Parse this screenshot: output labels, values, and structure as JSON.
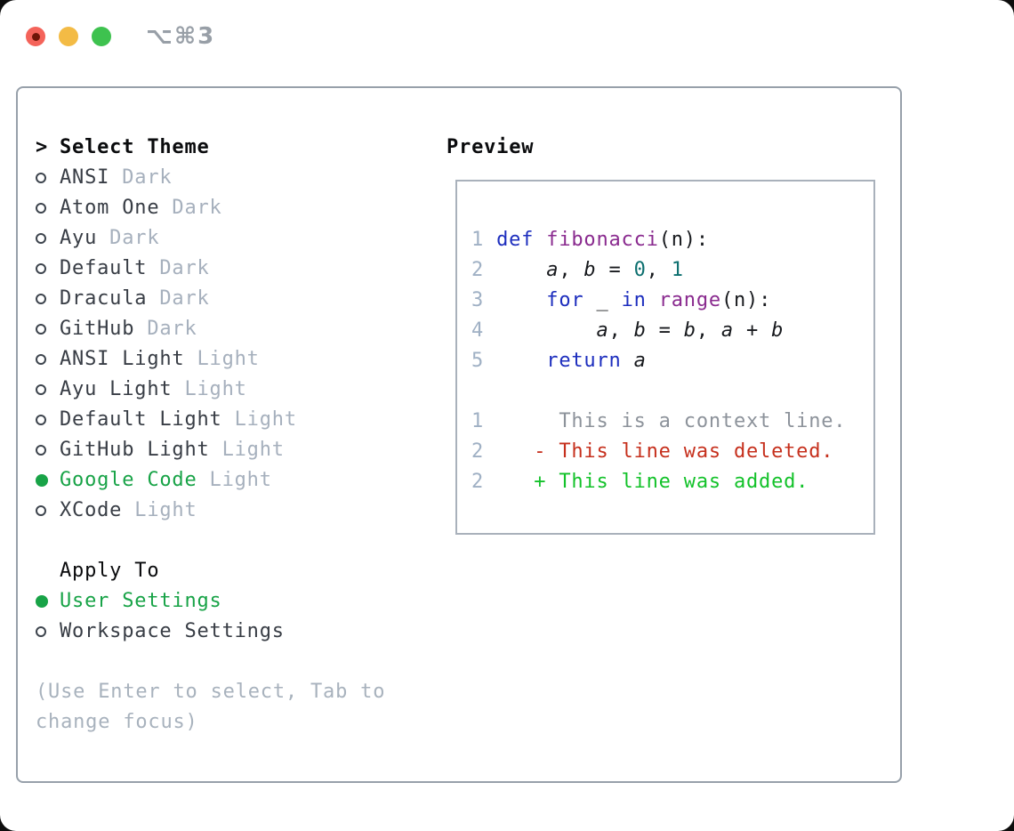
{
  "titlebar": {
    "title": "⌥⌘3"
  },
  "theme_list": {
    "cursor": ">",
    "header": "Select Theme",
    "items": [
      {
        "name": "ANSI",
        "variant": "Dark",
        "selected": false
      },
      {
        "name": "Atom One",
        "variant": "Dark",
        "selected": false
      },
      {
        "name": "Ayu",
        "variant": "Dark",
        "selected": false
      },
      {
        "name": "Default",
        "variant": "Dark",
        "selected": false
      },
      {
        "name": "Dracula",
        "variant": "Dark",
        "selected": false
      },
      {
        "name": "GitHub",
        "variant": "Dark",
        "selected": false
      },
      {
        "name": "ANSI Light",
        "variant": "Light",
        "selected": false
      },
      {
        "name": "Ayu Light",
        "variant": "Light",
        "selected": false
      },
      {
        "name": "Default Light",
        "variant": "Light",
        "selected": false
      },
      {
        "name": "GitHub Light",
        "variant": "Light",
        "selected": false
      },
      {
        "name": "Google Code",
        "variant": "Light",
        "selected": true
      },
      {
        "name": "XCode",
        "variant": "Light",
        "selected": false
      }
    ]
  },
  "apply_to": {
    "header": "Apply To",
    "options": [
      {
        "label": "User Settings",
        "selected": true
      },
      {
        "label": "Workspace Settings",
        "selected": false
      }
    ]
  },
  "help": "(Use Enter to select, Tab to change focus)",
  "preview": {
    "title": "Preview",
    "lines": [
      {
        "kind": "code",
        "tokens": [
          {
            "c": "lnum",
            "t": "1"
          },
          {
            "c": "pln",
            "t": " "
          },
          {
            "c": "kwd",
            "t": "def"
          },
          {
            "c": "pln",
            "t": " "
          },
          {
            "c": "fun",
            "t": "fibonacci"
          },
          {
            "c": "pln",
            "t": "(n):"
          }
        ]
      },
      {
        "kind": "code",
        "tokens": [
          {
            "c": "lnum",
            "t": "2"
          },
          {
            "c": "pln",
            "t": "     "
          },
          {
            "c": "var",
            "t": "a"
          },
          {
            "c": "pln",
            "t": ", "
          },
          {
            "c": "var",
            "t": "b"
          },
          {
            "c": "pln",
            "t": " = "
          },
          {
            "c": "lit",
            "t": "0"
          },
          {
            "c": "pln",
            "t": ", "
          },
          {
            "c": "lit",
            "t": "1"
          }
        ]
      },
      {
        "kind": "code",
        "tokens": [
          {
            "c": "lnum",
            "t": "3"
          },
          {
            "c": "pln",
            "t": "     "
          },
          {
            "c": "kwd",
            "t": "for"
          },
          {
            "c": "pln",
            "t": " _ "
          },
          {
            "c": "kwd",
            "t": "in"
          },
          {
            "c": "pln",
            "t": " "
          },
          {
            "c": "fun",
            "t": "range"
          },
          {
            "c": "pln",
            "t": "(n):"
          }
        ]
      },
      {
        "kind": "code",
        "tokens": [
          {
            "c": "lnum",
            "t": "4"
          },
          {
            "c": "pln",
            "t": "         "
          },
          {
            "c": "var",
            "t": "a"
          },
          {
            "c": "pln",
            "t": ", "
          },
          {
            "c": "var",
            "t": "b"
          },
          {
            "c": "pln",
            "t": " = "
          },
          {
            "c": "var",
            "t": "b"
          },
          {
            "c": "pln",
            "t": ", "
          },
          {
            "c": "var",
            "t": "a"
          },
          {
            "c": "pln",
            "t": " + "
          },
          {
            "c": "var",
            "t": "b"
          }
        ]
      },
      {
        "kind": "code",
        "tokens": [
          {
            "c": "lnum",
            "t": "5"
          },
          {
            "c": "pln",
            "t": "     "
          },
          {
            "c": "kwd",
            "t": "return"
          },
          {
            "c": "pln",
            "t": " "
          },
          {
            "c": "var",
            "t": "a"
          }
        ]
      },
      {
        "kind": "blank",
        "tokens": []
      },
      {
        "kind": "context",
        "tokens": [
          {
            "c": "lnum",
            "t": "1"
          },
          {
            "c": "ctx",
            "t": "      This is a context line."
          }
        ]
      },
      {
        "kind": "deleted",
        "tokens": [
          {
            "c": "lnum",
            "t": "2"
          },
          {
            "c": "del",
            "t": "    - This line was deleted."
          }
        ]
      },
      {
        "kind": "added",
        "tokens": [
          {
            "c": "lnum",
            "t": "2"
          },
          {
            "c": "add",
            "t": "    + This line was added."
          }
        ]
      }
    ]
  },
  "colors": {
    "accent_green": "#18a347",
    "muted_gray": "#a6b0bd",
    "text_dark": "#383d45",
    "heading_black": "#0a0b0d",
    "panel_border": "#97a0aa",
    "preview_border": "#a9b1bb",
    "line_number": "#9fb0c4",
    "code_keyword": "#1d2ebe",
    "code_function": "#8a2b8f",
    "code_literal": "#0c6f6f",
    "diff_context": "#8d939b",
    "diff_deleted": "#c6301d",
    "diff_added": "#13c22a",
    "traffic_red": "#f4635a",
    "traffic_yellow": "#f3bb45",
    "traffic_green": "#3ec24f"
  }
}
